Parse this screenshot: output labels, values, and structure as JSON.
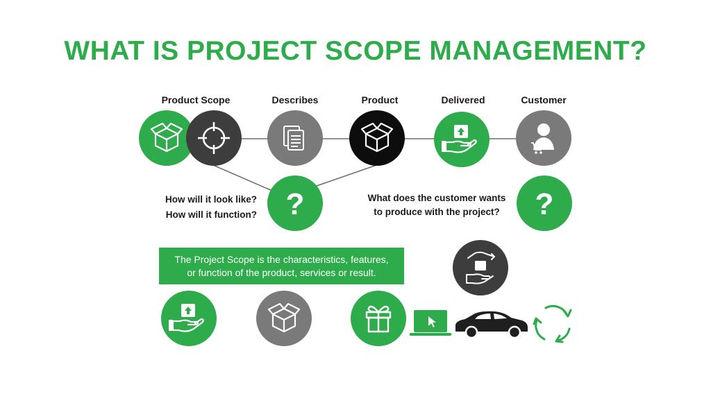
{
  "title": "WHAT IS PROJECT SCOPE MANAGEMENT?",
  "flow_labels": {
    "product_scope": "Product Scope",
    "describes": "Describes",
    "product": "Product",
    "delivered": "Delivered",
    "customer": "Customer"
  },
  "questions": {
    "look_line1": "How will it look like?",
    "look_line2": "How will it function?",
    "customer_line1": "What does the customer wants",
    "customer_line2": "to produce with the project?"
  },
  "banner": {
    "line1": "The Project Scope is the characteristics, features,",
    "line2": "or function of the product, services or result."
  },
  "colors": {
    "green": "#2eab4a",
    "dark_grey": "#3d3d3d",
    "grey": "#7a7a7a",
    "black": "#0d0d0d"
  },
  "icons": [
    "box-icon",
    "target-icon",
    "documents-icon",
    "box-icon",
    "hand-package-icon",
    "customer-cart-icon",
    "question-icon",
    "question-icon",
    "hand-package-icon",
    "box-icon",
    "gift-icon",
    "laptop-icon",
    "car-icon",
    "cycle-arrows-icon",
    "exchange-package-icon"
  ]
}
